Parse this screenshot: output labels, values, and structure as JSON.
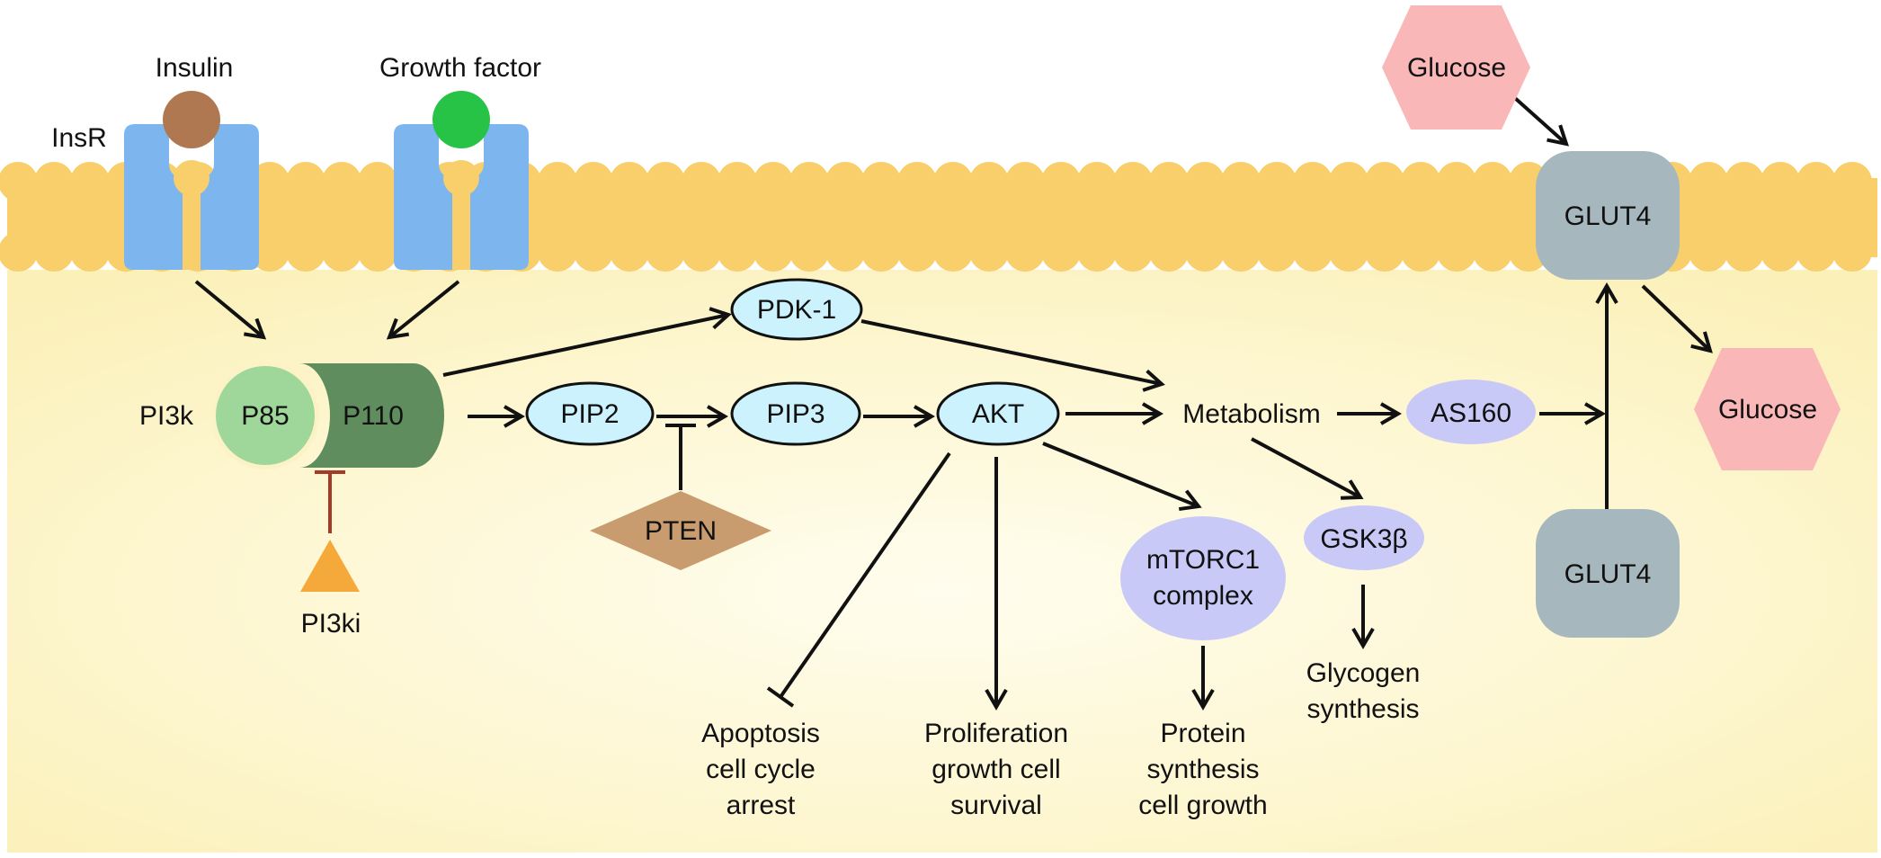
{
  "labels": {
    "insulin": "Insulin",
    "growth_factor": "Growth factor",
    "insr": "InsR",
    "pi3k": "PI3k",
    "p85": "P85",
    "p110": "P110",
    "pi3ki": "PI3ki",
    "pdk1": "PDK-1",
    "pip2": "PIP2",
    "pip3": "PIP3",
    "pten": "PTEN",
    "akt": "AKT",
    "metabolism": "Metabolism",
    "as160": "AS160",
    "gsk3b": "GSK3β",
    "mtorc1_line1": "mTORC1",
    "mtorc1_line2": "complex",
    "glucose_outside": "Glucose",
    "glucose_inside": "Glucose",
    "glut4_membrane": "GLUT4",
    "glut4_vesicle": "GLUT4",
    "apoptosis_line1": "Apoptosis",
    "apoptosis_line2": "cell cycle",
    "apoptosis_line3": "arrest",
    "proliferation_line1": "Proliferation",
    "proliferation_line2": "growth cell",
    "proliferation_line3": "survival",
    "protein_line1": "Protein",
    "protein_line2": "synthesis",
    "protein_line3": "cell growth",
    "glycogen_line1": "Glycogen",
    "glycogen_line2": "synthesis"
  },
  "colors": {
    "membrane": "#F8CF6A",
    "cytoplasm": "#FDF8D6",
    "receptor": "#7DB5EE",
    "insulin_ligand": "#B07850",
    "growth_factor_ligand": "#27C346",
    "p85": "#9FD79A",
    "p110": "#5F8D5E",
    "pi3ki": "#F4A93A",
    "inhibit_pi3ki": "#A33A2A",
    "cyan_node": "#CCF2FD",
    "lavender_node": "#C9C9F7",
    "pten": "#C89C6E",
    "glucose": "#F9B7B7",
    "glut4": "#A6B8BE",
    "edge": "#111111"
  }
}
